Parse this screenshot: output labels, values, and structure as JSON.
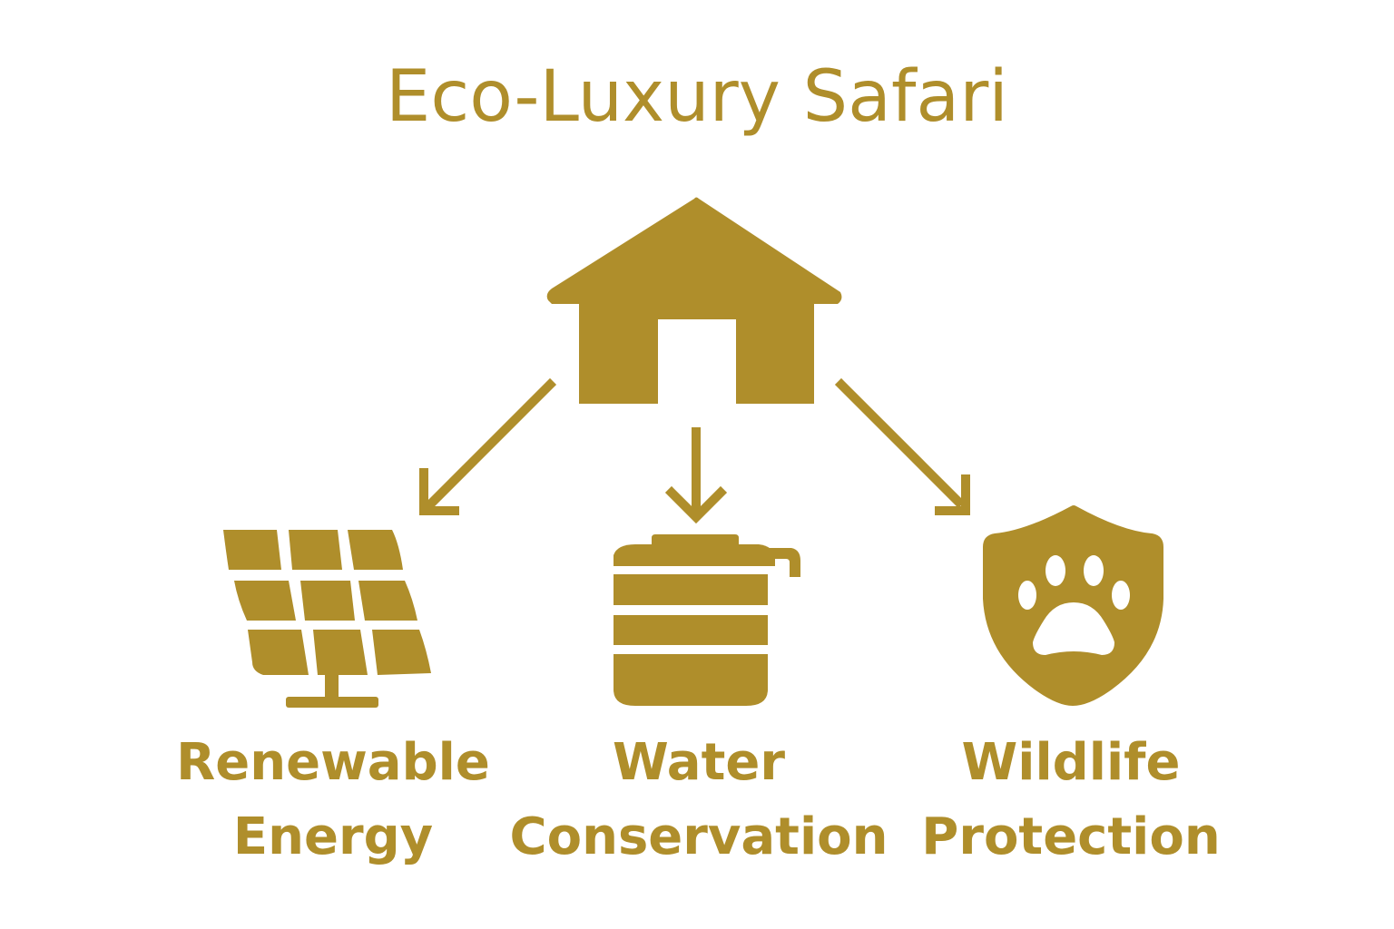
{
  "title": "Eco-Luxury Safari",
  "accent_color": "#AF8E2B",
  "background_color": "#FFFFFF",
  "center": {
    "icon": "house-icon"
  },
  "pillars": [
    {
      "icon": "solar-panel-icon",
      "line1": "Renewable",
      "line2": "Energy"
    },
    {
      "icon": "water-tank-icon",
      "line1": "Water",
      "line2": "Conservation"
    },
    {
      "icon": "paw-shield-icon",
      "line1": "Wildlife",
      "line2": "Protection"
    }
  ]
}
